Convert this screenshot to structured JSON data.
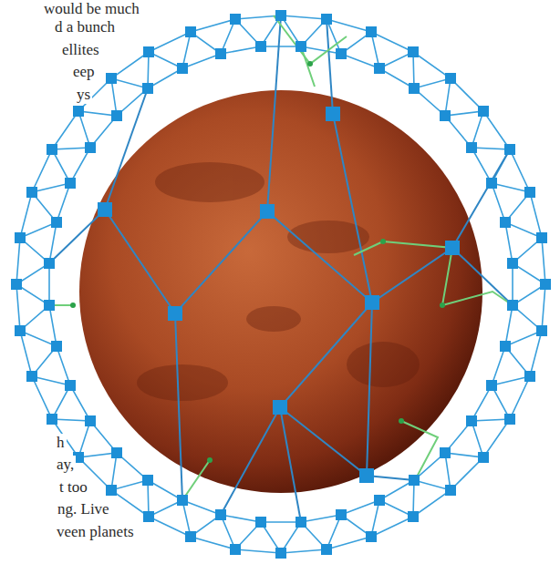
{
  "diagram": {
    "labels": [
      "would be much",
      "d a bunch",
      "ellites",
      "eep",
      "ys",
      "h",
      "ay,",
      "t too",
      "ng. Live",
      "veen planets"
    ]
  }
}
